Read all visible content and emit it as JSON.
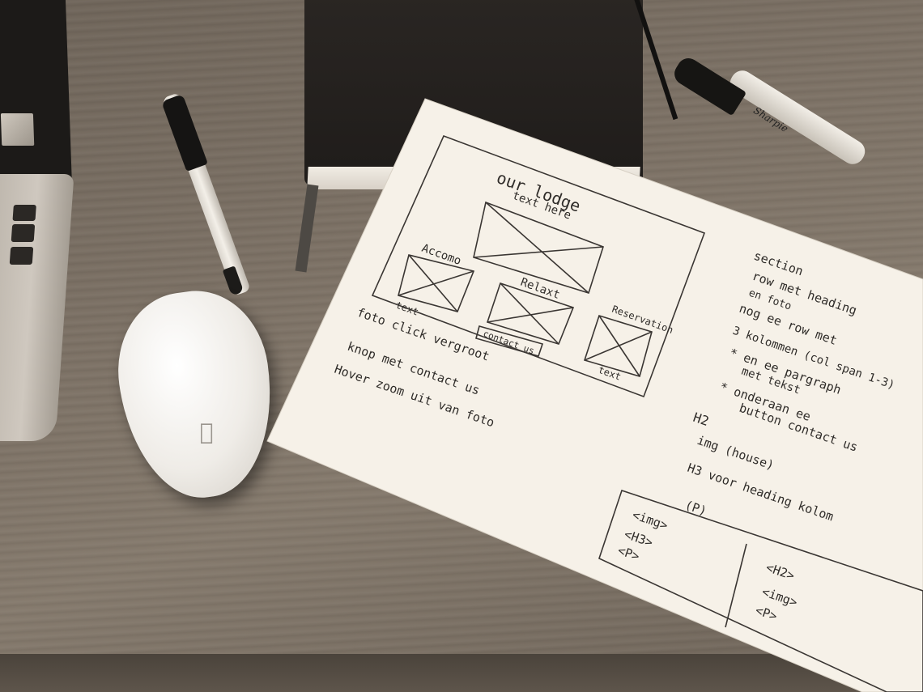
{
  "photo": {
    "description_tag": "desk photo of hand-drawn website wireframe sketch",
    "marker_brand": "Sharpie"
  },
  "sketch": {
    "page_title": "our lodge",
    "hero_caption": "text here",
    "columns": [
      {
        "heading": "Accomo",
        "caption": "text"
      },
      {
        "heading": "Relaxt",
        "caption": ""
      },
      {
        "heading": "Reservation",
        "caption": "text"
      }
    ],
    "contact_button": "contact us"
  },
  "notes_left": [
    "foto click vergroot",
    "knop met contact us",
    "Hover zoom uit van foto"
  ],
  "notes_right": [
    "section",
    "row met heading",
    "en foto",
    "nog ee row met",
    "3 kolommen (col span 1-3)",
    "* en ee pargraph",
    "met tekst",
    "* onderaan ee",
    "button contact us",
    "H2",
    "img (house)",
    "H3 voor heading kolom",
    "(P)"
  ],
  "code_box_left": [
    "<img>",
    "<H3>",
    "<P>"
  ],
  "code_box_right": [
    "<H2>",
    "<img>",
    "<P>"
  ]
}
